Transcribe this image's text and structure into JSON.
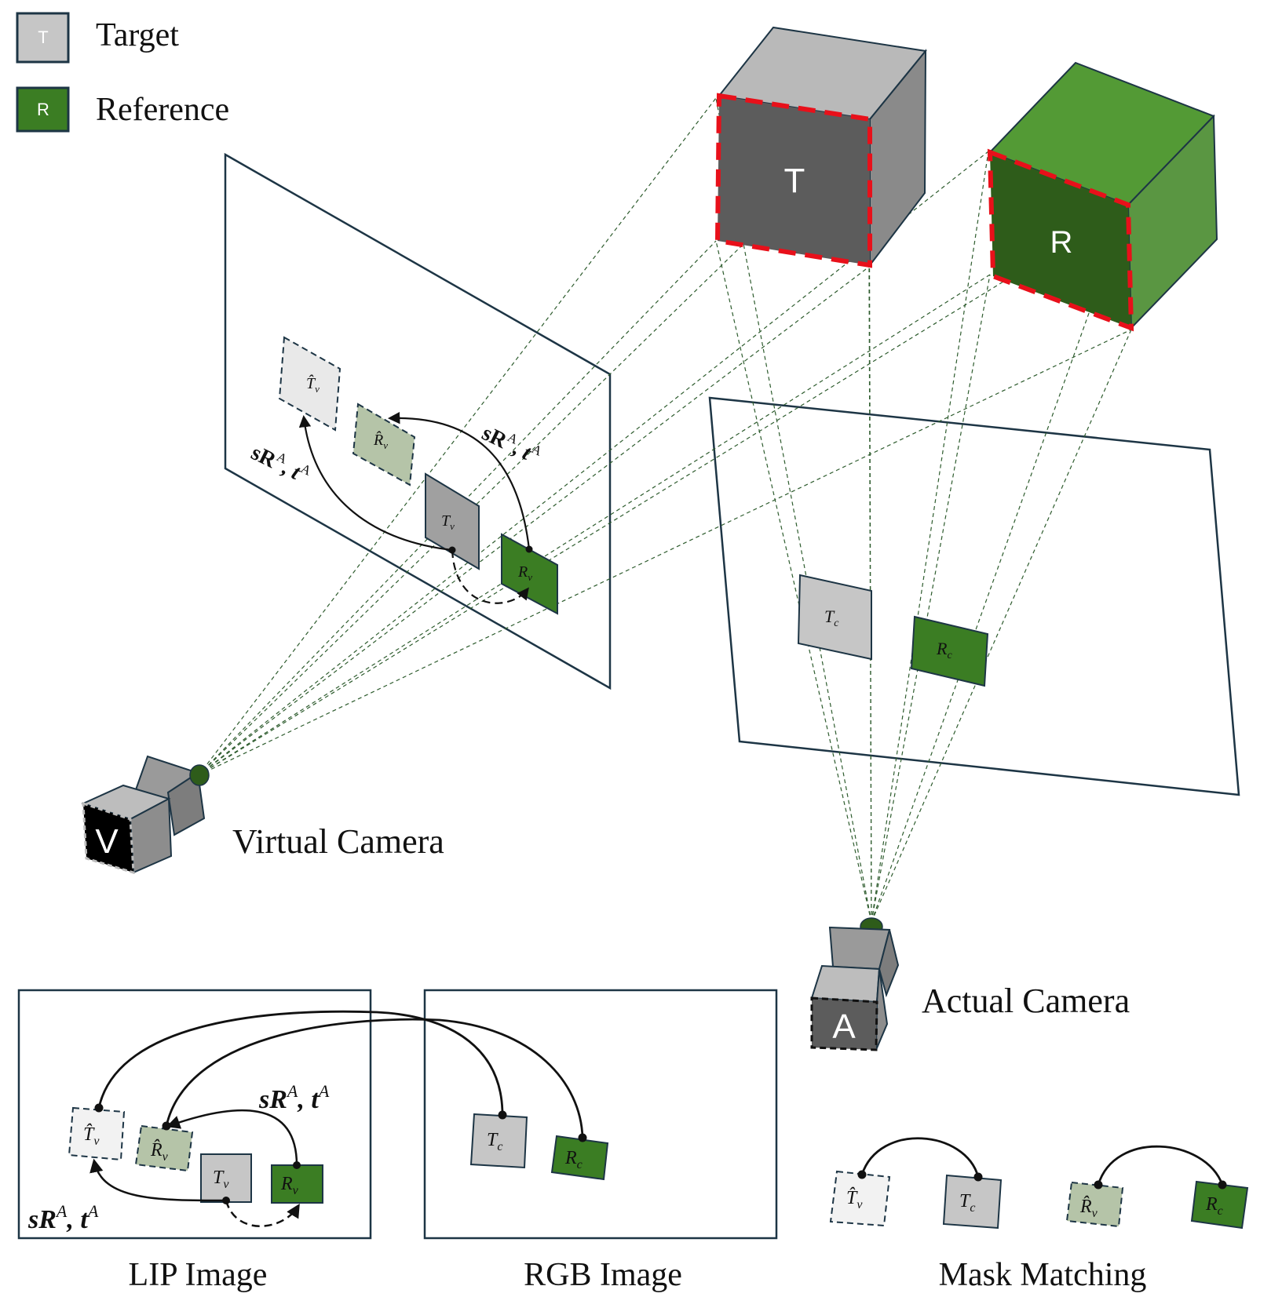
{
  "legend": {
    "items": [
      {
        "key": "target",
        "letter": "T",
        "label": "Target",
        "color": "#c6c6c6"
      },
      {
        "key": "reference",
        "letter": "R",
        "label": "Reference",
        "color": "#3b7d23"
      }
    ]
  },
  "cubes": {
    "target_letter": "T",
    "reference_letter": "R"
  },
  "cameras": {
    "virtual_letter": "V",
    "virtual_label": "Virtual Camera",
    "actual_letter": "A",
    "actual_label": "Actual Camera"
  },
  "masks": {
    "t_hat_v": "T̂",
    "r_hat_v": "R̂",
    "t_v": "T",
    "r_v": "R",
    "t_c": "T",
    "r_c": "R",
    "sub_v": "v",
    "sub_c": "c"
  },
  "transform": {
    "s_r": "sR",
    "sup_a": "A",
    "sep": ", ",
    "t": "t"
  },
  "panels": {
    "lip_label": "LIP Image",
    "rgb_label": "RGB Image",
    "mask_matching_label": "Mask Matching"
  },
  "colors": {
    "target_gray": "#c6c6c6",
    "target_dark": "#5c5c5c",
    "reference_green": "#3b7d23",
    "reference_dark": "#2e5c1a",
    "hat_target_fill": "#f2f2f2",
    "hat_reference_fill": "#b5c4a8",
    "frame_stroke": "#1d3545",
    "projection_line": "#2e5c2e",
    "highlight_red": "#e8101a"
  }
}
